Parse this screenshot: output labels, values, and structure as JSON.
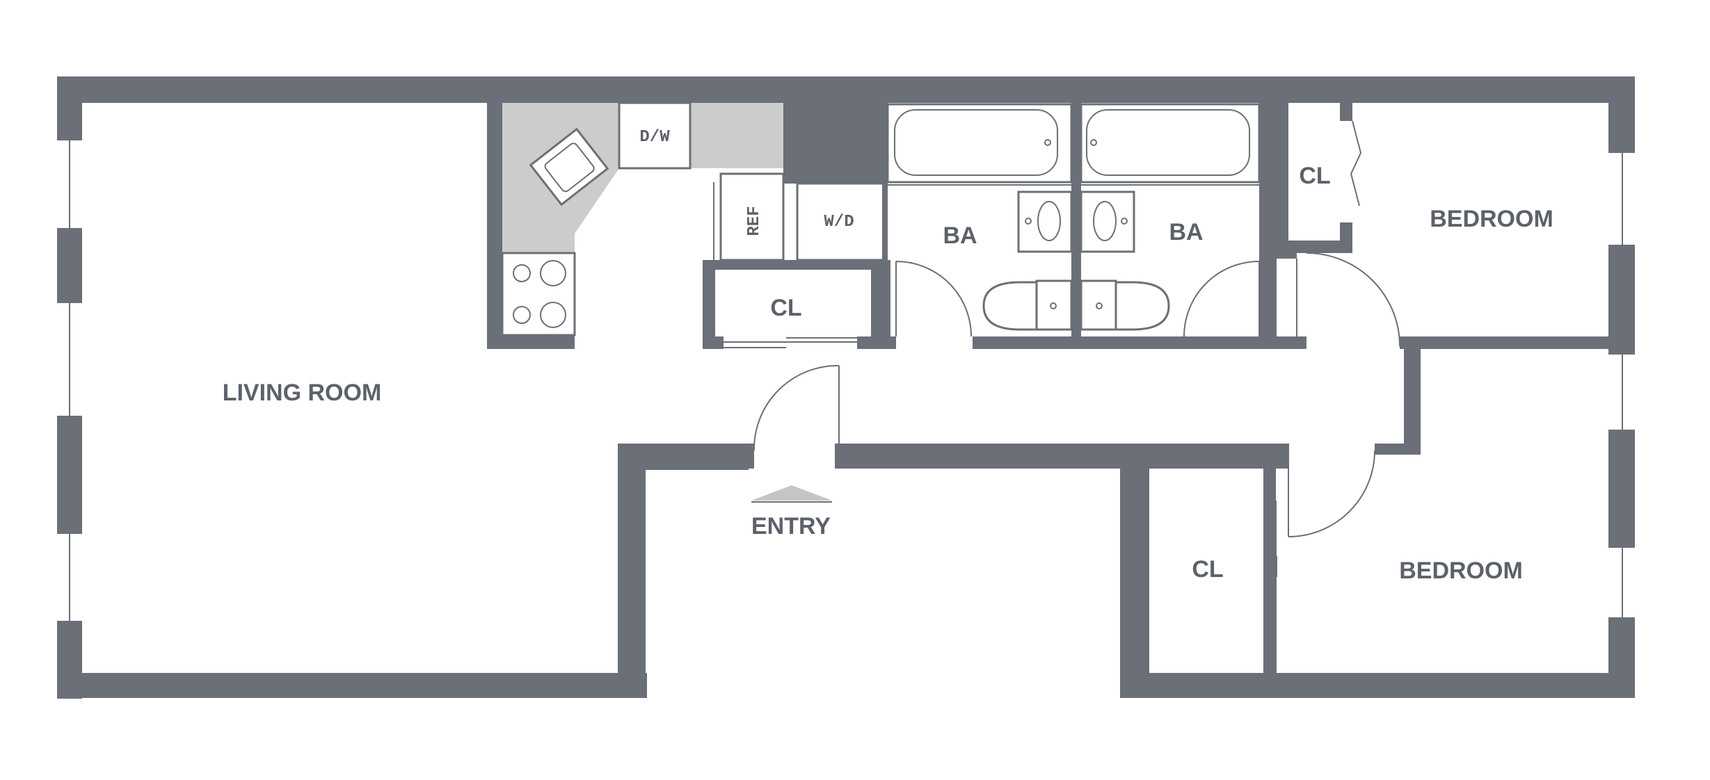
{
  "rooms": {
    "living_room": "LIVING ROOM",
    "bedroom_1": "BEDROOM",
    "bedroom_2": "BEDROOM",
    "bath_1": "BA",
    "bath_2": "BA",
    "closet_hall": "CL",
    "closet_bed_1": "CL",
    "closet_bed_2": "CL"
  },
  "appliances": {
    "dishwasher": "D/W",
    "refrigerator": "REF",
    "washer_dryer": "W/D"
  },
  "entry": "ENTRY",
  "colors": {
    "wall": "#6b6f77",
    "counter": "#cccccc",
    "label": "#5d6169"
  }
}
